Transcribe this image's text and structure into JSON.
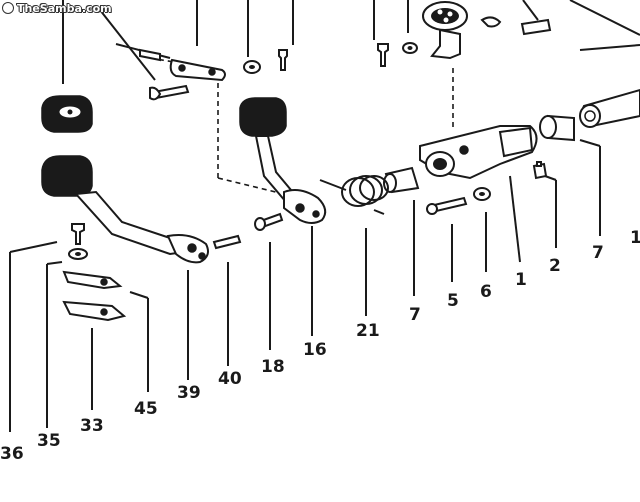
{
  "watermark": {
    "text": "TheSamba.com"
  },
  "diagram": {
    "callouts": [
      "36",
      "35",
      "33",
      "45",
      "39",
      "40",
      "18",
      "16",
      "21",
      "7",
      "5",
      "6",
      "1",
      "2",
      "7",
      "1"
    ]
  }
}
